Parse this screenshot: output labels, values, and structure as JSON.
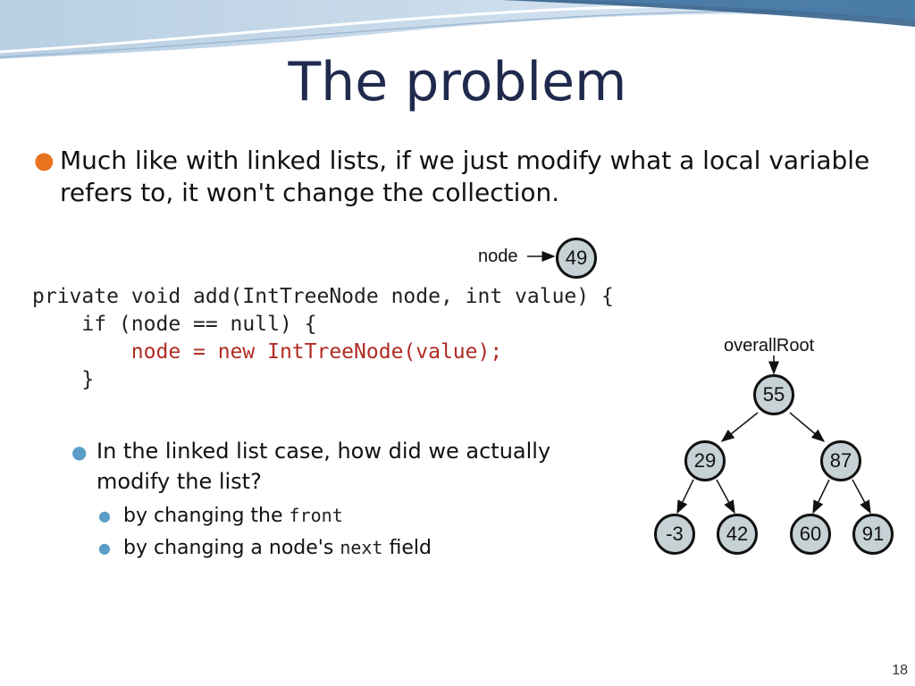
{
  "slide": {
    "title": "The problem",
    "bullet": "Much like with linked lists, if we just modify what a local variable refers to, it won't change the collection.",
    "code": {
      "line1": "private void add(IntTreeNode node, int value) {",
      "line2": "    if (node == null) {",
      "line3": "node = new IntTreeNode(value);",
      "line4": "    }"
    },
    "sub_bullet": "In the linked list case, how did we actually modify the list?",
    "sub_items": [
      {
        "before": "by changing the ",
        "code": "front",
        "after": ""
      },
      {
        "before": "by changing a node's ",
        "code": "next",
        "after": " field"
      }
    ],
    "page_number": "18"
  },
  "diagram": {
    "node_label": "node",
    "node_value": "49",
    "root_label": "overallRoot",
    "tree": {
      "root": "55",
      "left": "29",
      "right": "87",
      "left_left": "-3",
      "left_right": "42",
      "right_left": "60",
      "right_right": "91"
    }
  },
  "colors": {
    "title": "#1f2a4d",
    "bullet_main": "#e8731e",
    "bullet_sub": "#5a9ec8",
    "code_highlight": "#b02b22",
    "node_fill": "#c7d2d6"
  }
}
